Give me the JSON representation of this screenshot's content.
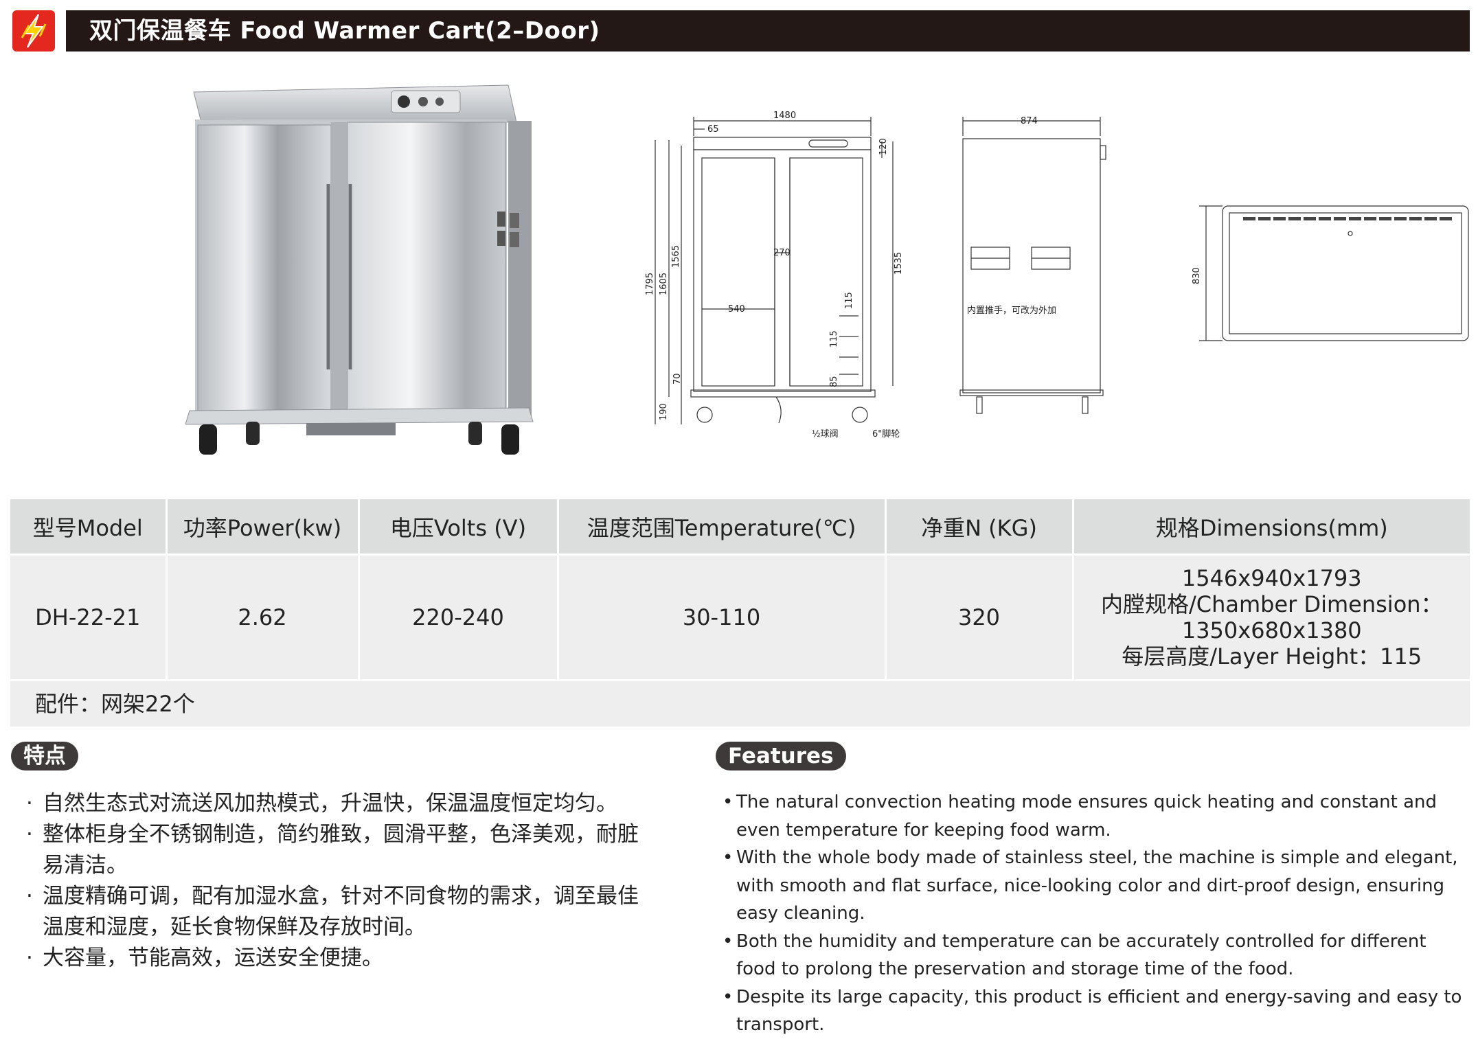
{
  "header": {
    "logo_icon": "lightning-bolt-icon",
    "title": "双门保温餐车 Food Warmer Cart(2–Door)",
    "colors": {
      "logo": "#e4281f",
      "bar": "#231815"
    }
  },
  "drawing": {
    "front": {
      "width": "1480",
      "left_offset": "65",
      "top_panel": "120",
      "height_total": "1795",
      "height_body": "1605",
      "height_door": "1565",
      "inner_height": "1535",
      "mullion": "270",
      "door_width": "540",
      "shelf_gap_a": "115",
      "shelf_gap_b": "115",
      "bottom_shelf": "85",
      "plinth": "70",
      "caster_height": "190",
      "valve_label": "½球阀",
      "caster_label": "6\"脚轮"
    },
    "side": {
      "depth": "874",
      "handle_note": "内置推手，可改为外加"
    },
    "top": {
      "depth": "830"
    }
  },
  "spec_table": {
    "headers": [
      "型号Model",
      "功率Power(kw)",
      "电压Volts (V)",
      "温度范围Temperature(℃)",
      "净重N (KG)",
      "规格Dimensions(mm)"
    ],
    "row": {
      "model": "DH-22-21",
      "power": "2.62",
      "volts": "220-240",
      "temperature": "30-110",
      "weight": "320",
      "dimensions": [
        "1546x940x1793",
        "内膛规格/Chamber Dimension：",
        "1350x680x1380",
        "每层高度/Layer Height：115"
      ]
    },
    "accessories": "配件：网架22个"
  },
  "features_cn": {
    "badge": "特点",
    "items": [
      "自然生态式对流送风加热模式，升温快，保温温度恒定均匀。",
      "整体柜身全不锈钢制造，简约雅致，圆滑平整，色泽美观，耐脏易清洁。",
      "温度精确可调，配有加湿水盒，针对不同食物的需求，调至最佳温度和湿度，延长食物保鲜及存放时间。",
      "大容量，节能高效，运送安全便捷。"
    ]
  },
  "features_en": {
    "badge": "Features",
    "items": [
      "The natural convection heating mode ensures quick heating and constant and even temperature for keeping food warm.",
      "With the whole body made of stainless steel, the machine is simple and elegant, with smooth and flat surface, nice-looking color and dirt-proof design, ensuring easy cleaning.",
      "Both the humidity and temperature can be accurately controlled for different food to prolong the preservation and storage time of the food.",
      "Despite its large capacity, this product is efficient and energy-saving and easy to transport."
    ]
  }
}
